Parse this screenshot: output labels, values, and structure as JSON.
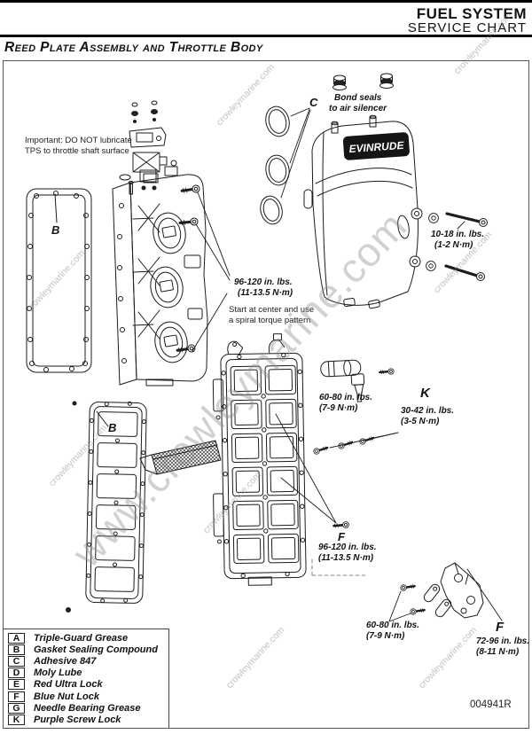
{
  "header": {
    "line1": "FUEL SYSTEM",
    "line2": "SERVICE CHART"
  },
  "page_title": "Reed Plate Assembly and Throttle Body",
  "doc_number": "004941R",
  "brand_badge": "EVINRUDE",
  "watermarks": {
    "large": "www.crowleymarine.com",
    "small": "crowleymarine.com"
  },
  "notes": {
    "tps_l1": "Important: DO NOT lubricate",
    "tps_l2": "TPS to throttle shaft surface",
    "bond_l1": "Bond seals",
    "bond_l2": "to air silencer",
    "spiral_l1": "Start at center and use",
    "spiral_l2": "a spiral torque pattern"
  },
  "callouts": {
    "c": "C",
    "b": "B",
    "k": "K",
    "f": "F"
  },
  "torques": {
    "t96": {
      "l1": "96-120 in. lbs.",
      "l2": "(11-13.5 N·m)"
    },
    "t10": {
      "l1": "10-18 in. lbs.",
      "l2": "(1-2 N·m)"
    },
    "t60": {
      "l1": "60-80 in. lbs.",
      "l2": "(7-9 N·m)"
    },
    "t30": {
      "l1": "30-42 in. lbs.",
      "l2": "(3-5 N·m)"
    },
    "t72": {
      "l1": "72-96 in. lbs.",
      "l2": "(8-11 N·m)"
    }
  },
  "legend": {
    "items": [
      {
        "key": "A",
        "label": "Triple-Guard Grease"
      },
      {
        "key": "B",
        "label": "Gasket Sealing Compound"
      },
      {
        "key": "C",
        "label": "Adhesive 847"
      },
      {
        "key": "D",
        "label": "Moly Lube"
      },
      {
        "key": "E",
        "label": "Red Ultra Lock"
      },
      {
        "key": "F",
        "label": "Blue Nut Lock"
      },
      {
        "key": "G",
        "label": "Needle Bearing Grease"
      },
      {
        "key": "K",
        "label": "Purple Screw Lock"
      }
    ]
  }
}
